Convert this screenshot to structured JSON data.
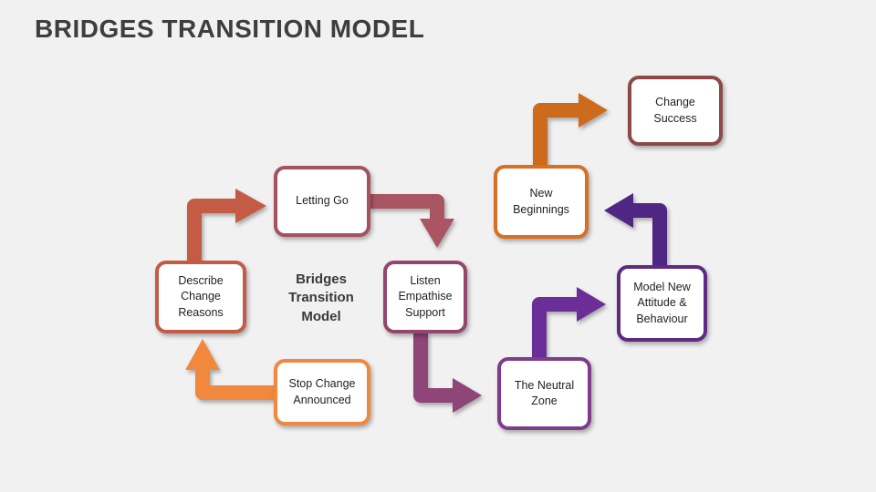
{
  "slide": {
    "title": "BRIDGES TRANSITION MODEL",
    "center_label": "Bridges Transition Model",
    "background_color": "#F1F1F2",
    "title_color": "#3E3E3E"
  },
  "diagram": {
    "nodes": [
      {
        "id": "stop-change-announced",
        "label": "Stop Change Announced",
        "color": "#F0883E"
      },
      {
        "id": "describe-change-reasons",
        "label": "Describe Change Reasons",
        "color": "#C45B45"
      },
      {
        "id": "letting-go",
        "label": "Letting Go",
        "color": "#A4525E"
      },
      {
        "id": "listen-empathise-support",
        "label": "Listen Empathise Support",
        "color": "#94476E"
      },
      {
        "id": "the-neutral-zone",
        "label": "The Neutral Zone",
        "color": "#7E3C8B"
      },
      {
        "id": "model-new-attitude-behaviour",
        "label": "Model New Attitude & Behaviour",
        "color": "#5E2B80"
      },
      {
        "id": "new-beginnings",
        "label": "New Beginnings",
        "color": "#D96F22"
      },
      {
        "id": "change-success",
        "label": "Change Success",
        "color": "#8C4A47"
      }
    ],
    "arrows": [
      {
        "from": "stop-change-announced",
        "to": "describe-change-reasons",
        "color": "#F0883E"
      },
      {
        "from": "describe-change-reasons",
        "to": "letting-go",
        "color": "#C45B45"
      },
      {
        "from": "letting-go",
        "to": "listen-empathise-support",
        "color": "#A95662"
      },
      {
        "from": "listen-empathise-support",
        "to": "the-neutral-zone",
        "color": "#8E4478"
      },
      {
        "from": "the-neutral-zone",
        "to": "model-new-attitude-behaviour",
        "color": "#6B2F96"
      },
      {
        "from": "model-new-attitude-behaviour",
        "to": "new-beginnings",
        "color": "#4F2584"
      },
      {
        "from": "new-beginnings",
        "to": "change-success",
        "color": "#CE6A1E"
      }
    ]
  }
}
